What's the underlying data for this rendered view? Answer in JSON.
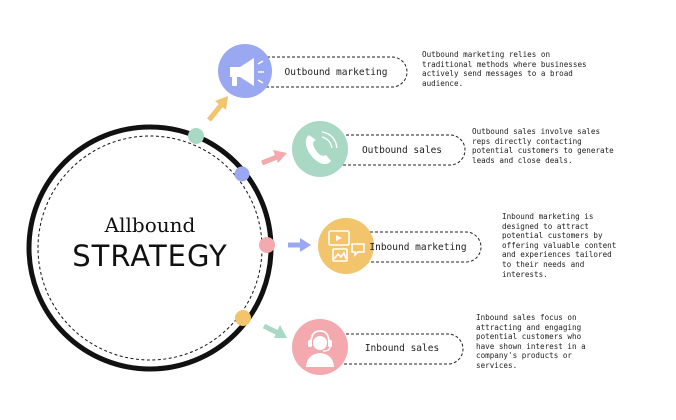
{
  "center": {
    "title_small": "Allbound",
    "title_big": "STRATEGY"
  },
  "items": [
    {
      "label": "Outbound marketing",
      "icon": "megaphone-icon",
      "color": "#9AA8F2",
      "description": "Outbound marketing relies on\ntraditional methods where businesses\nactively send messages to a broad\naudience."
    },
    {
      "label": "Outbound sales",
      "icon": "phone-icon",
      "color": "#A9D9C5",
      "description": "Outbound sales involve sales\nreps directly contacting\npotential customers to generate\nleads and close deals."
    },
    {
      "label": "Inbound marketing",
      "icon": "media-icon",
      "color": "#F2C46C",
      "description": "Inbound marketing is\ndesigned to attract\npotential customers by\noffering valuable content\nand experiences tailored\nto their needs and\ninterests."
    },
    {
      "label": "Inbound sales",
      "icon": "headset-agent-icon",
      "color": "#F4A9AE",
      "description": "Inbound sales focus on\nattracting and engaging\npotential customers who\nhave shown interest in a\ncompany's products or\nservices."
    }
  ],
  "colors": {
    "dot_green": "#A9D9C5",
    "dot_blue": "#9AA8F2",
    "dot_pink": "#F4A9AE",
    "dot_yellow": "#F2C46C",
    "ring": "#111111"
  }
}
